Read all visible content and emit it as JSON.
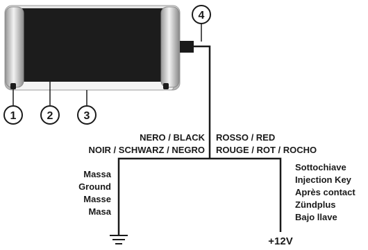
{
  "callouts": [
    "1",
    "2",
    "3",
    "4"
  ],
  "wires": {
    "black_label_line1": "NERO / BLACK",
    "black_label_line2": "NOIR / SCHWARZ / NEGRO",
    "red_label_line1": "ROSSO / RED",
    "red_label_line2": "ROUGE / ROT / ROCHO"
  },
  "ground_labels": [
    "Massa",
    "Ground",
    "Masse",
    "Masa"
  ],
  "ignition_labels": [
    "Sottochiave",
    "Injection Key",
    "Après contact",
    "Zündplus",
    "Bajo llave"
  ],
  "power_label": "+12V",
  "colors": {
    "device_body": "#1c1c1c",
    "device_frame": "#c8c8c8",
    "wire": "#1a1a1a"
  }
}
